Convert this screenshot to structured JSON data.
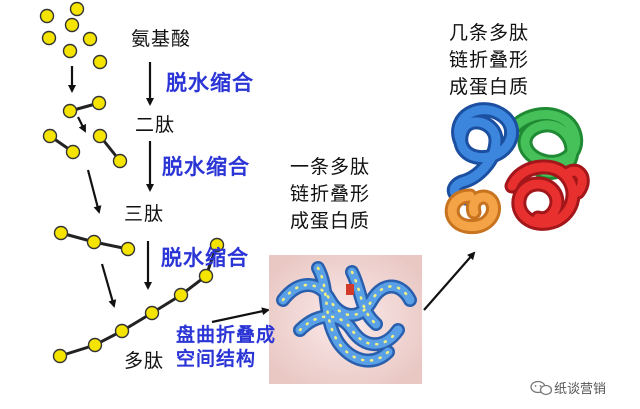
{
  "labels": {
    "amino_acid": "氨基酸",
    "dipeptide": "二肽",
    "tripeptide": "三肽",
    "polypeptide": "多肽",
    "dehydration_1": "脱水缩合",
    "dehydration_2": "脱水缩合",
    "dehydration_3": "脱水缩合",
    "folding_line1": "盘曲折叠成",
    "folding_line2": "空间结构",
    "single_chain": [
      "一条多肽",
      "链折叠形",
      "成蛋白质"
    ],
    "multi_chain": [
      "几条多肽",
      "链折叠形",
      "成蛋白质"
    ],
    "watermark": "纸谈营销"
  },
  "colors": {
    "bead": "#f4e400",
    "bead_outline": "#333333",
    "bond": "#222222",
    "accent_text": "#2b35d6",
    "chain_blue": "#3a7bd5",
    "chain_green": "#3cb44b",
    "chain_red": "#e0252b",
    "chain_orange": "#f29b38"
  },
  "icons": [
    "watermark-logo-icon"
  ]
}
